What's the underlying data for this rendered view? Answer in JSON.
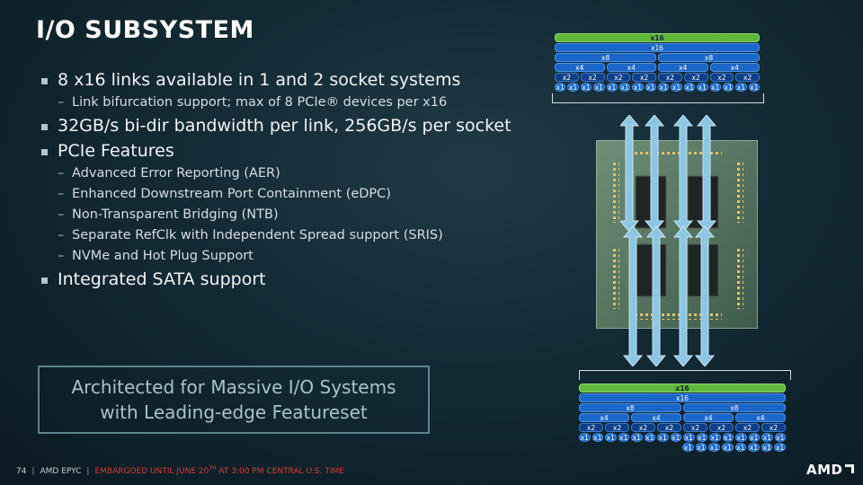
{
  "slide": {
    "title": "I/O SUBSYSTEM",
    "bullets": [
      {
        "level": 1,
        "text": "8 x16 links available in 1 and 2 socket systems"
      },
      {
        "level": 2,
        "text": "Link bifurcation support; max of 8 PCIe® devices per x16"
      },
      {
        "level": 1,
        "text": "32GB/s bi-dir bandwidth per link, 256GB/s per socket"
      },
      {
        "level": 1,
        "text": "PCIe Features"
      },
      {
        "level": 2,
        "text": "Advanced Error Reporting (AER)"
      },
      {
        "level": 2,
        "text": "Enhanced Downstream Port Containment (eDPC)"
      },
      {
        "level": 2,
        "text": "Non-Transparent Bridging (NTB)"
      },
      {
        "level": 2,
        "text": "Separate RefClk with Independent Spread support (SRIS)"
      },
      {
        "level": 2,
        "text": "NVMe and Hot Plug Support"
      },
      {
        "level": 1,
        "text": "Integrated SATA support"
      }
    ],
    "callout": {
      "line1": "Architected for Massive I/O Systems",
      "line2": "with Leading-edge Featureset"
    }
  },
  "lanes": {
    "x16": "x16",
    "x8": "x8",
    "x4": "x4",
    "x2": "x2",
    "x1": "x1"
  },
  "footer": {
    "page": "74",
    "product": "AMD EPYC",
    "embargo_pre": "EMBARGOED UNTIL JUNE 20",
    "embargo_sup": "TH",
    "embargo_post": " AT 3:00 PM CENTRAL U.S. TIME",
    "logo": "AMD"
  },
  "colors": {
    "lane_green": "#5fb83a",
    "lane_blue": "#1b66c9",
    "embargo_red": "#d53a32",
    "arrow": "#8cc6e3"
  }
}
